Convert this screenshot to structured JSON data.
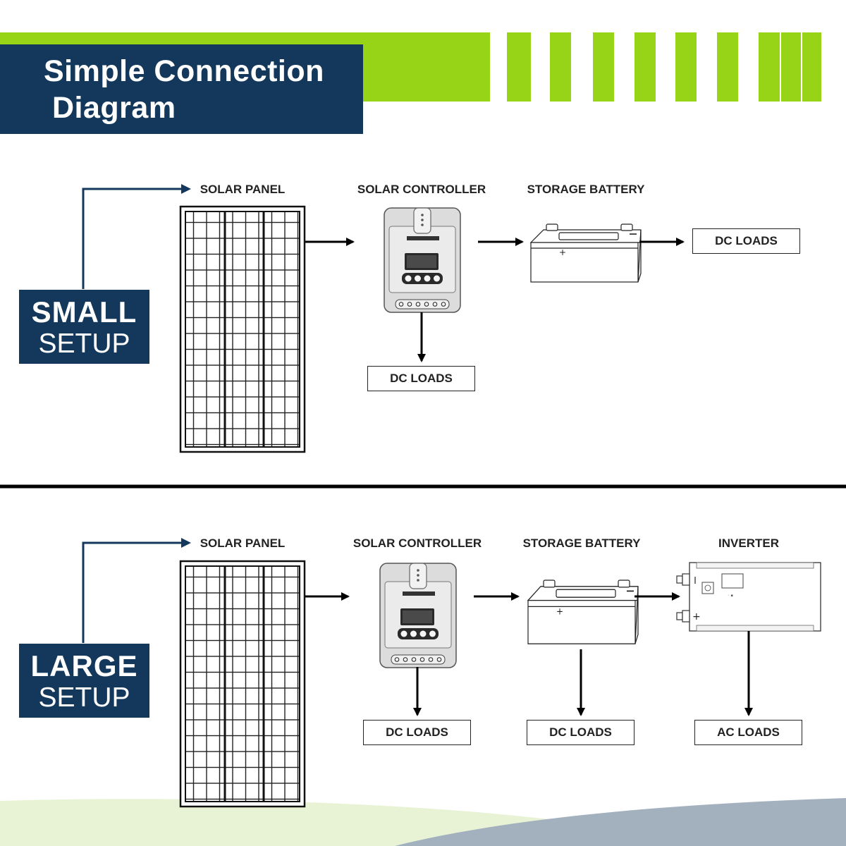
{
  "title": {
    "line1": "Simple Connection",
    "line2": "Diagram"
  },
  "colors": {
    "navy": "#13385b",
    "green": "#97d417",
    "wave_green": "#e8f3d6",
    "wave_gray": "#a3b1bf"
  },
  "small_setup": {
    "badge_line1": "SMALL",
    "badge_line2": "SETUP",
    "labels": {
      "panel": "SOLAR PANEL",
      "controller": "SOLAR CONTROLLER",
      "battery": "STORAGE BATTERY"
    },
    "loads": {
      "controller_dc": "DC LOADS",
      "battery_dc": "DC LOADS"
    }
  },
  "large_setup": {
    "badge_line1": "LARGE",
    "badge_line2": "SETUP",
    "labels": {
      "panel": "SOLAR PANEL",
      "controller": "SOLAR CONTROLLER",
      "battery": "STORAGE BATTERY",
      "inverter": "INVERTER"
    },
    "loads": {
      "controller_dc": "DC LOADS",
      "battery_dc": "DC LOADS",
      "inverter_ac": "AC LOADS"
    }
  },
  "icons": [
    "solar-panel-icon",
    "charge-controller-icon",
    "battery-icon",
    "inverter-icon",
    "arrow-icon"
  ]
}
